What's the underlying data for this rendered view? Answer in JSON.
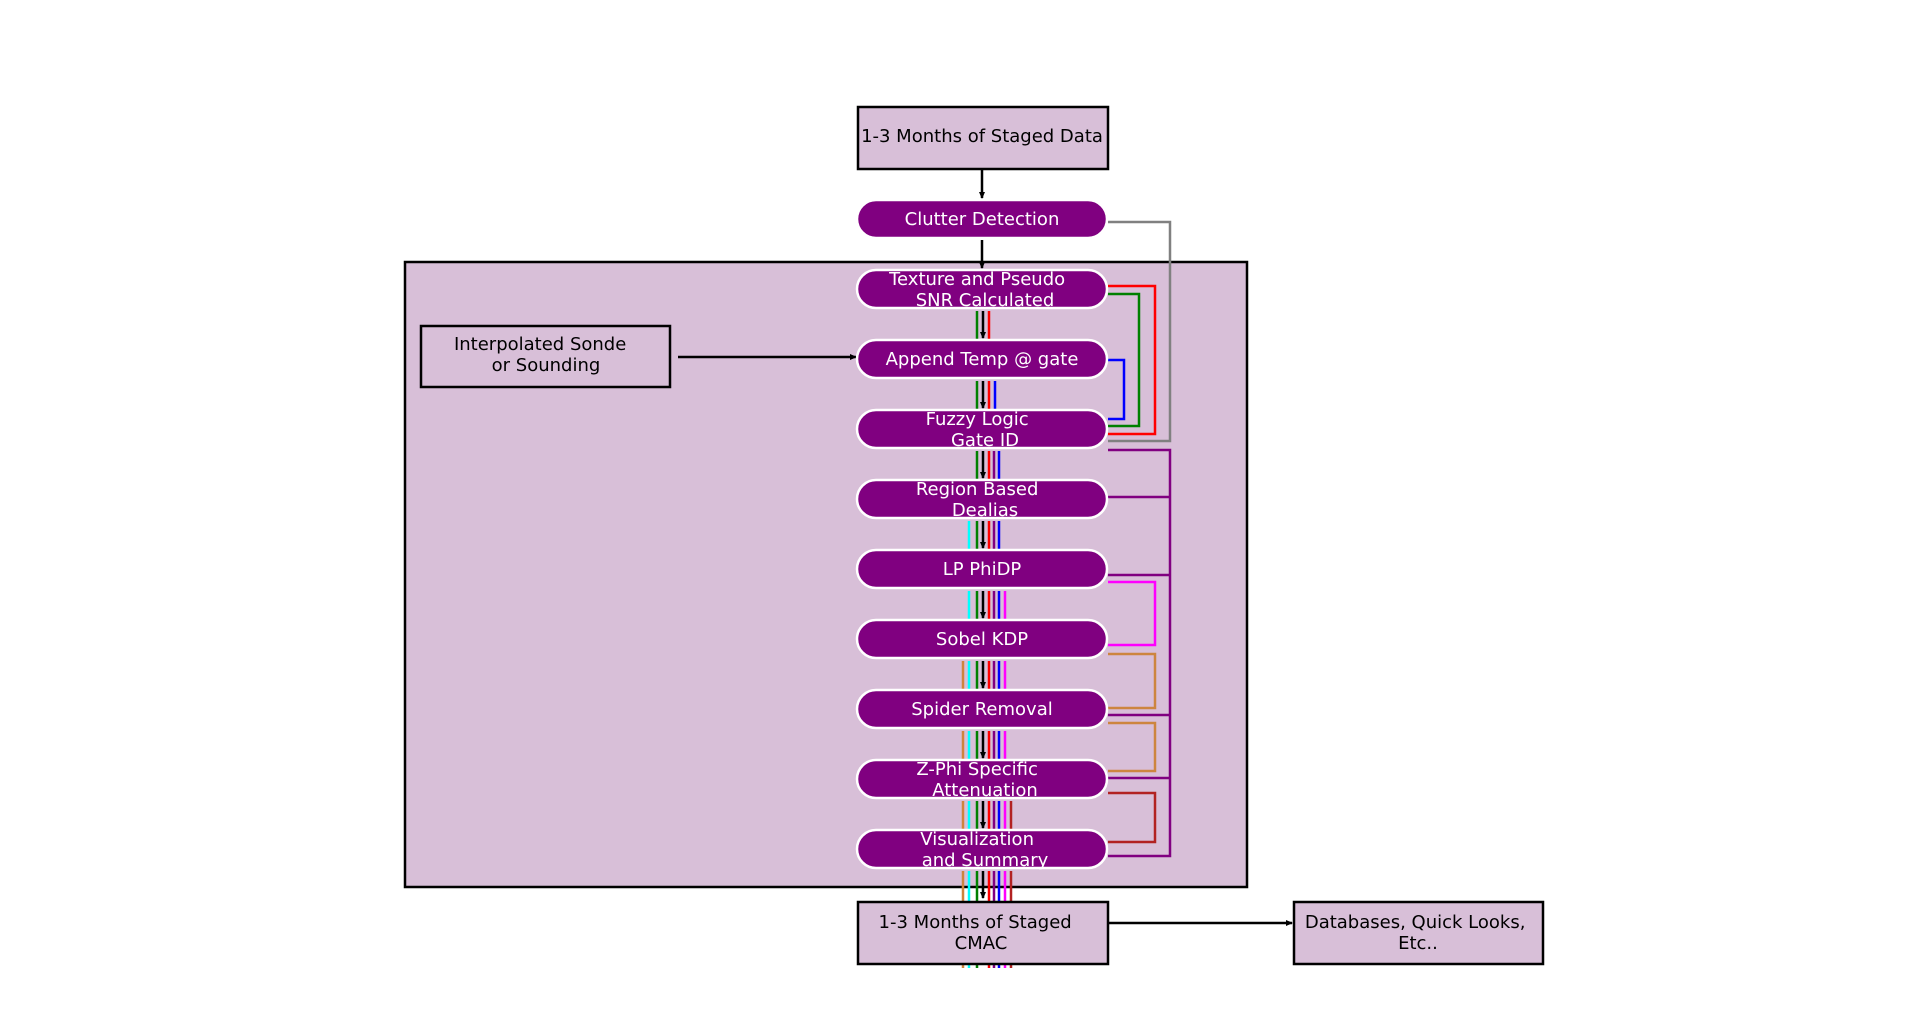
{
  "diagram": {
    "input_box": [
      "1-3 Months of Staged Data"
    ],
    "sonde_box": [
      "Interpolated Sonde",
      "or Sounding"
    ],
    "steps": [
      [
        "Clutter Detection"
      ],
      [
        "Texture and Pseudo",
        "SNR Calculated"
      ],
      [
        "Append Temp @ gate"
      ],
      [
        "Fuzzy Logic",
        "Gate ID"
      ],
      [
        "Region Based",
        "Dealias"
      ],
      [
        "LP PhiDP"
      ],
      [
        "Sobel KDP"
      ],
      [
        "Spider Removal"
      ],
      [
        "Z-Phi Specific",
        "Attenuation"
      ],
      [
        "Visualization",
        "and Summary"
      ]
    ],
    "output_box": [
      "1-3 Months of Staged",
      "CMAC"
    ],
    "db_box": [
      "Databases, Quick Looks,",
      "Etc.."
    ]
  },
  "colors": {
    "panel_fill": "#d8bfd8",
    "pill_fill": "#800080",
    "pill_text": "#ffffff",
    "border": "#000000",
    "line_gray": "#808080",
    "line_red": "#ff0000",
    "line_green": "#008000",
    "line_blue": "#0000ff",
    "line_purple": "#800080",
    "line_magenta": "#ff00ff",
    "line_peru": "#cd853f",
    "line_brown": "#b22222",
    "line_cyan": "#00ffff",
    "line_black": "#000000"
  }
}
